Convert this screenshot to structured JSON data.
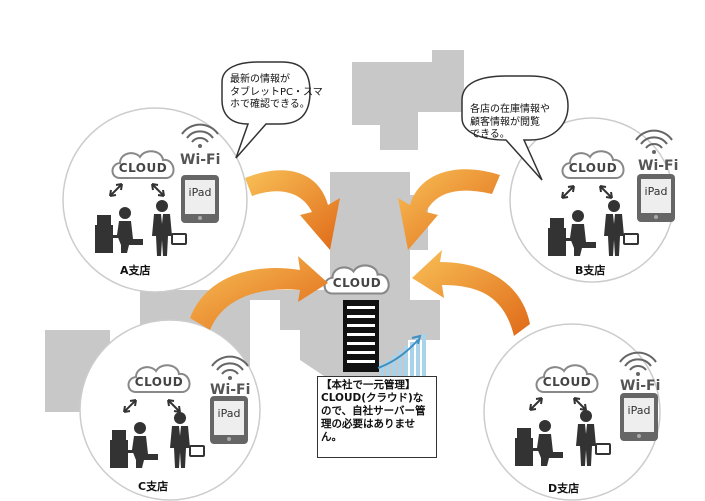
{
  "hq": {
    "cloud_label": "CLOUD",
    "note_title": "【本社で一元管理】",
    "note_body": "CLOUD(クラウド)なので、自社サーバー管理の必要はありません。"
  },
  "bubbles": {
    "left": "最新の情報が\nタブレットPC・スマ\nホで確認できる。",
    "right": "各店の在庫情報や\n顧客情報が閲覧\nできる。"
  },
  "branches": [
    {
      "id": "a",
      "label": "A支店",
      "cloud": "CLOUD",
      "wifi": "Wi-Fi",
      "device": "iPad"
    },
    {
      "id": "b",
      "label": "B支店",
      "cloud": "CLOUD",
      "wifi": "Wi-Fi",
      "device": "iPad"
    },
    {
      "id": "c",
      "label": "C支店",
      "cloud": "CLOUD",
      "wifi": "Wi-Fi",
      "device": "iPad"
    },
    {
      "id": "d",
      "label": "D支店",
      "cloud": "CLOUD",
      "wifi": "Wi-Fi",
      "device": "iPad"
    }
  ],
  "colors": {
    "map": "#c8c8c8",
    "arrow_light": "#f6b24a",
    "arrow_dark": "#e0701a",
    "circle_border": "#cccccc",
    "chart_bar": "#a9d3ea",
    "chart_line": "#3d8fc4"
  }
}
